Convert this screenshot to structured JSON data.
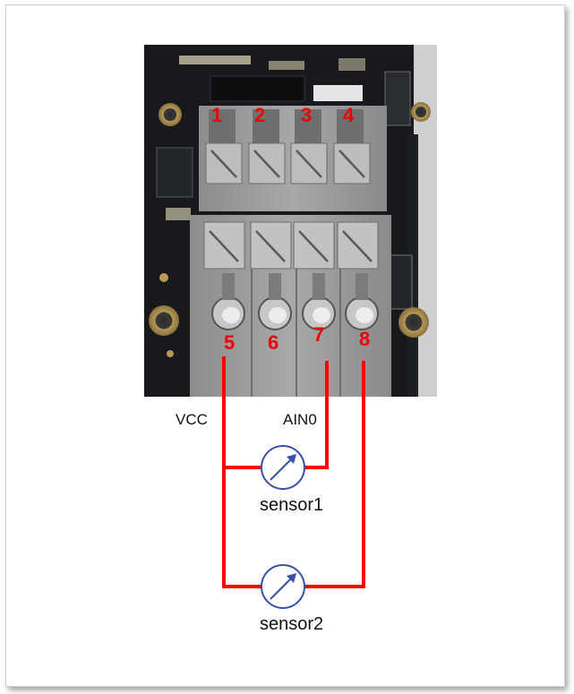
{
  "diagram": {
    "terminal_numbers": [
      "1",
      "2",
      "3",
      "4",
      "5",
      "6",
      "7",
      "8"
    ],
    "labels": {
      "vcc": "VCC",
      "ain0": "AIN0"
    },
    "sensors": [
      "sensor1",
      "sensor2"
    ],
    "colors": {
      "wire": "#ff0000",
      "number": "#ee0000",
      "sensor_stroke": "#3a4fa8",
      "board": "#16191c",
      "connector": "#9a9a9a"
    }
  }
}
